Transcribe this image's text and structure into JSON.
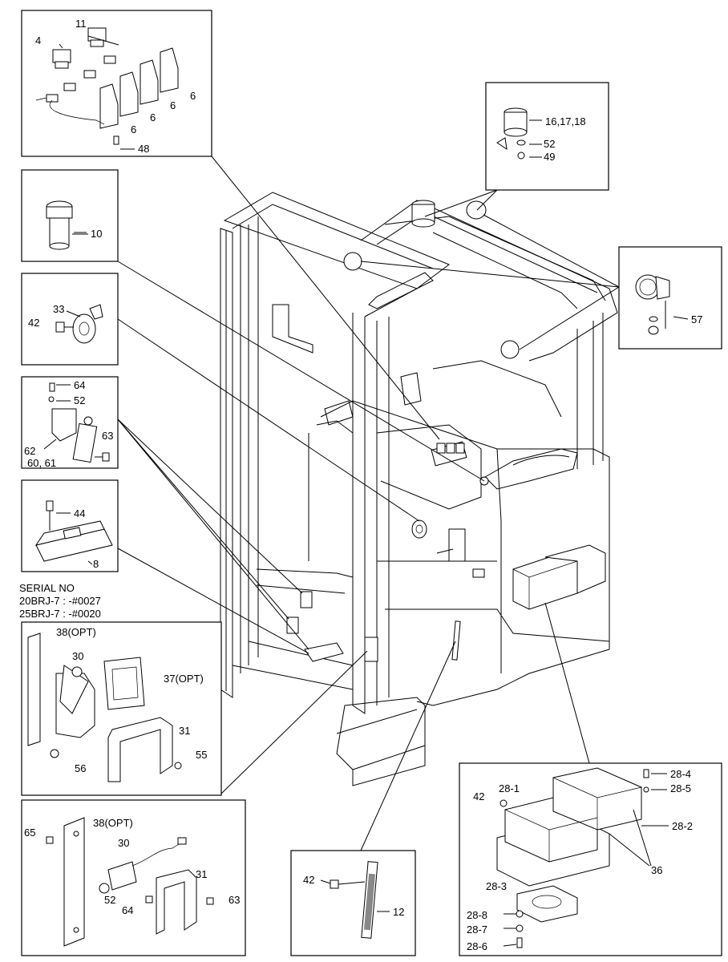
{
  "serial": {
    "title": "SERIAL NO",
    "line1": "20BRJ-7 : -#0027",
    "line2": "25BRJ-7 : -#0020"
  },
  "labels": {
    "p11": "11",
    "p4": "4",
    "p6a": "6",
    "p6b": "6",
    "p6c": "6",
    "p6d": "6",
    "p48": "48",
    "p10": "10",
    "p33": "33",
    "p42a": "42",
    "p64a": "64",
    "p52a": "52",
    "p62": "62",
    "p63a": "63",
    "p6061": "60, 61",
    "p44": "44",
    "p8": "8",
    "p38a": "38(OPT)",
    "p30a": "30",
    "p37": "37(OPT)",
    "p31a": "31",
    "p55": "55",
    "p56": "56",
    "p38b": "38(OPT)",
    "p65": "65",
    "p30b": "30",
    "p31b": "31",
    "p52b": "52",
    "p64b": "64",
    "p63b": "63",
    "p42b": "42",
    "p12": "12",
    "p161718": "16,17,18",
    "p52c": "52",
    "p49": "49",
    "p57": "57",
    "p28_4": "28-4",
    "p28_5": "28-5",
    "p28_1": "28-1",
    "p42c": "42",
    "p28_2": "28-2",
    "p36": "36",
    "p28_3": "28-3",
    "p28_8": "28-8",
    "p28_7": "28-7",
    "p28_6": "28-6"
  }
}
